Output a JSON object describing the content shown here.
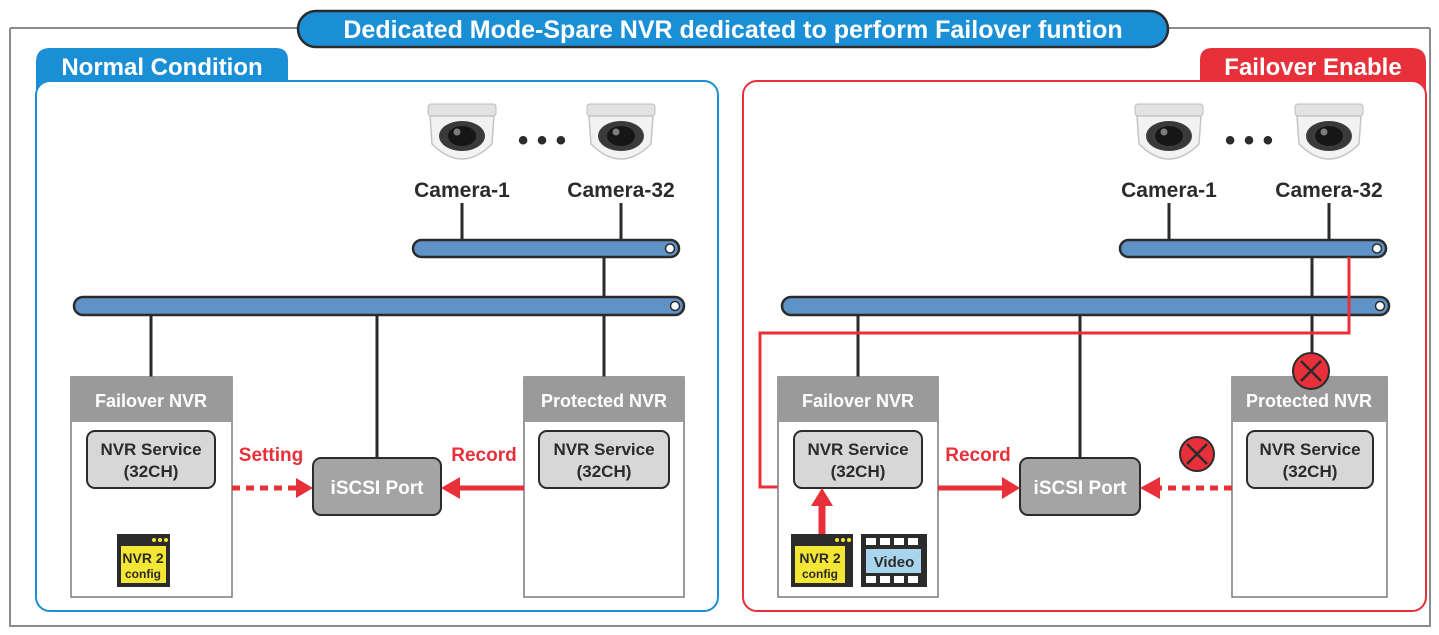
{
  "title": "Dedicated Mode-Spare NVR dedicated to perform Failover funtion",
  "colors": {
    "blue": "#1b8fd6",
    "red": "#e8303a",
    "bus": "#5f93c8",
    "grey_box": "#9a9a9a",
    "service_box": "#d7d7d7",
    "port_box": "#a4a4a4",
    "config_yellow": "#f4e634"
  },
  "panels": {
    "normal": {
      "label": "Normal Condition",
      "camera_first": "Camera-1",
      "camera_last": "Camera-32",
      "dots": "• • •",
      "failover_nvr": {
        "title": "Failover NVR",
        "service_line1": "NVR Service",
        "service_line2": "(32CH)"
      },
      "protected_nvr": {
        "title": "Protected NVR",
        "service_line1": "NVR Service",
        "service_line2": "(32CH)"
      },
      "port": "iSCSI Port",
      "setting_label": "Setting",
      "record_label": "Record",
      "config_line1": "NVR 2",
      "config_line2": "config"
    },
    "failover": {
      "label": "Failover Enable",
      "camera_first": "Camera-1",
      "camera_last": "Camera-32",
      "dots": "• • •",
      "failover_nvr": {
        "title": "Failover NVR",
        "service_line1": "NVR Service",
        "service_line2": "(32CH)"
      },
      "protected_nvr": {
        "title": "Protected NVR",
        "service_line1": "NVR Service",
        "service_line2": "(32CH)"
      },
      "port": "iSCSI Port",
      "record_label": "Record",
      "config_line1": "NVR 2",
      "config_line2": "config",
      "video_label": "Video"
    }
  }
}
